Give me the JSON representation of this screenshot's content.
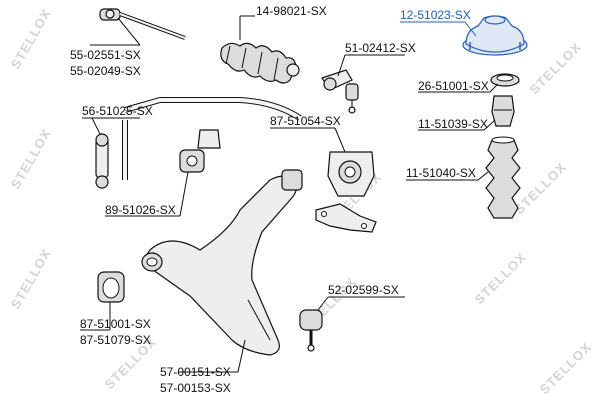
{
  "watermark": "STELLOX",
  "labels": {
    "tie_rod_end": "55-02551-SX",
    "tie_rod_end_alt": "55-02049-SX",
    "steering_boot": "14-98021-SX",
    "stab_link_front": "51-02412-SX",
    "strut_mount": "12-51023-SX",
    "stab_link_rear": "56-51025-SX",
    "bearing": "26-51001-SX",
    "bushing_big": "87-51054-SX",
    "bump_stop": "11-51039-SX",
    "boot": "11-51040-SX",
    "stab_bushing": "89-51026-SX",
    "arm_bushing": "87-51001-SX",
    "arm_bushing_alt": "87-51079-SX",
    "ball_joint": "52-02599-SX",
    "control_arm": "57-00151-SX",
    "control_arm_alt": "57-00153-SX"
  },
  "colors": {
    "highlight": "#2060c0",
    "line": "#111111",
    "watermark": "#d4d4d4"
  }
}
